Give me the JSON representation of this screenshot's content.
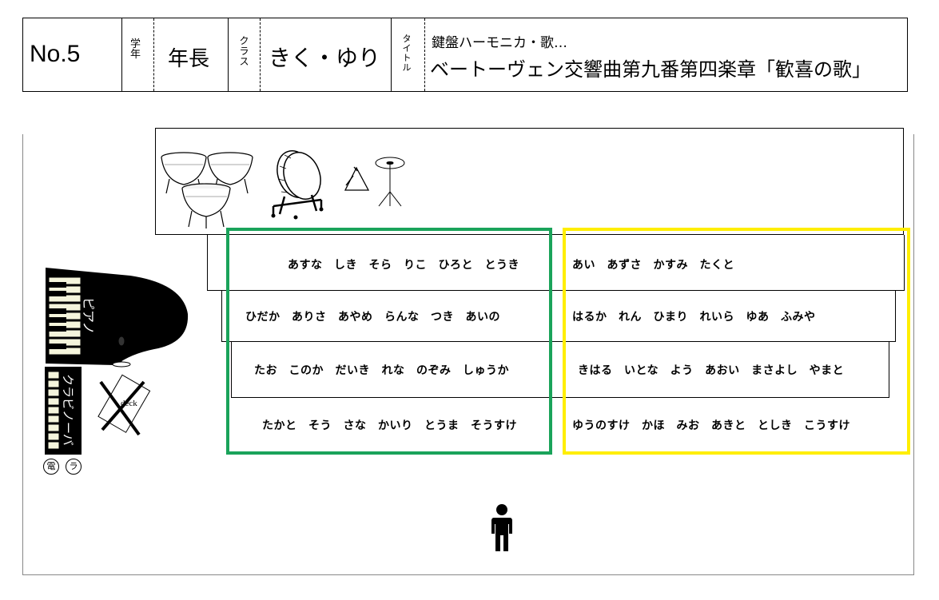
{
  "header": {
    "number": "No.5",
    "grade_label": "学年",
    "grade_value": "年長",
    "class_label": "クラス",
    "class_value": "きく・ゆり",
    "title_label": "タイトル",
    "subtitle": "鍵盤ハーモニカ・歌…",
    "title": "ベートーヴェン交響曲第九番第四楽章「歓喜の歌」"
  },
  "instruments": {
    "timpani": "timpani-icon",
    "bass_drum": "bass-drum-icon",
    "triangle": "triangle-icon",
    "cymbal": "cymbal-icon",
    "piano_label": "ピアノ",
    "clavinova_label": "クラビノーバ",
    "deck_label": "deck",
    "circle_labels": [
      "電",
      "ラ"
    ]
  },
  "groups": {
    "green_color": "#1aa35a",
    "yellow_color": "#ffee00",
    "left_rows": [
      "あすな　しき　そら　りこ　ひろと　とうき",
      "ひだか　ありさ　あやめ　らんな　つき　あいの",
      "たお　このか　だいき　れな　のぞみ　しゅうか",
      "たかと　そう　さな　かいり　とうま　そうすけ"
    ],
    "right_rows": [
      "あい　あずさ　かすみ　たくと",
      "はるか　れん　ひまり　れいら　ゆあ　ふみや",
      "きはる　いとな　よう　あおい　まさよし　やまと",
      "ゆうのすけ　かほ　みお　あきと　としき　こうすけ"
    ]
  },
  "conductor": "person-icon"
}
